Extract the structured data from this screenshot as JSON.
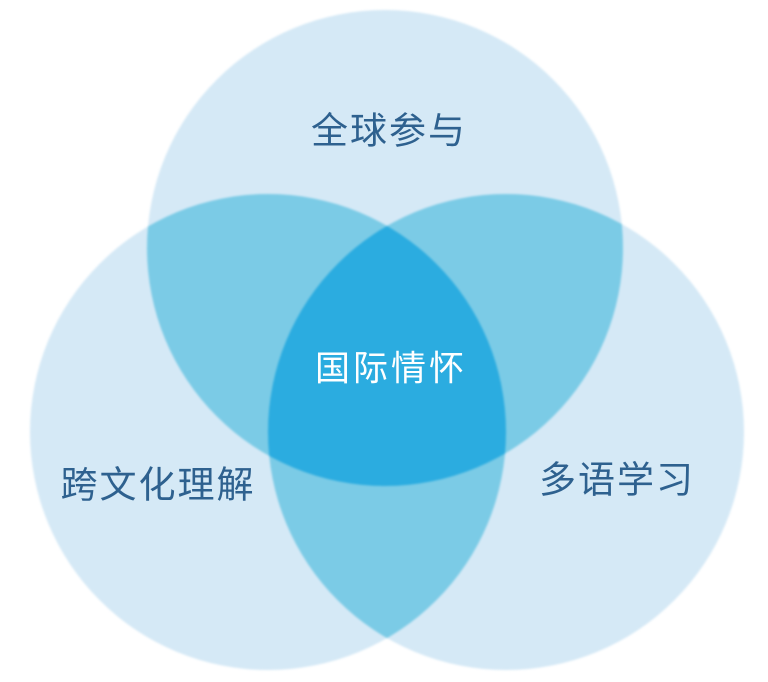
{
  "diagram": {
    "type": "venn",
    "background": "#FFFFFF",
    "colors": {
      "single": "#D5E9F6",
      "double": "#7BCBE6",
      "triple": "#2BACE0",
      "label": "#2E618F",
      "center_label": "#FFFFFF"
    },
    "circles": [
      {
        "id": "top",
        "label": "全球参与"
      },
      {
        "id": "bottom-left",
        "label": "跨文化理解"
      },
      {
        "id": "bottom-right",
        "label": "多语学习"
      }
    ],
    "center_label": "国际情怀"
  }
}
